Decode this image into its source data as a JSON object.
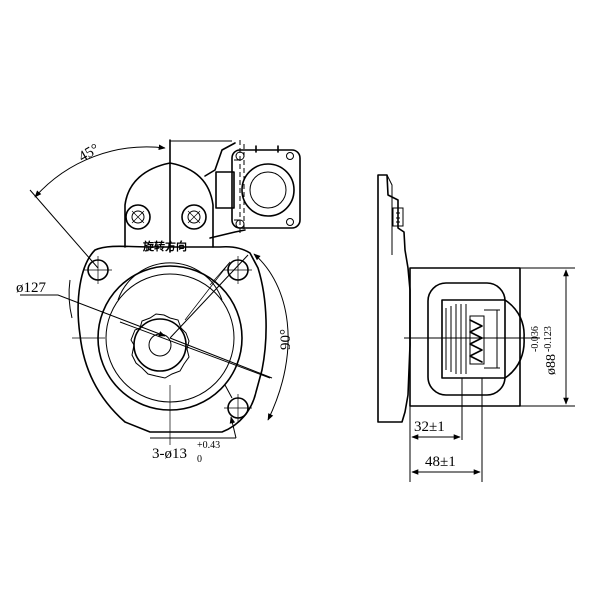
{
  "front_view": {
    "angle_top": "45°",
    "angle_right": "90°",
    "pilot_diameter": "ø127",
    "rotation_note": "旋转方向",
    "holes_label_main": "3-ø13",
    "holes_tol_upper": "+0.43",
    "holes_tol_lower": "0"
  },
  "side_view": {
    "dim_32": "32±1",
    "dim_48": "48±1",
    "diameter_main": "ø88",
    "diameter_tol_upper": "-0.036",
    "diameter_tol_lower": "-0.123"
  }
}
